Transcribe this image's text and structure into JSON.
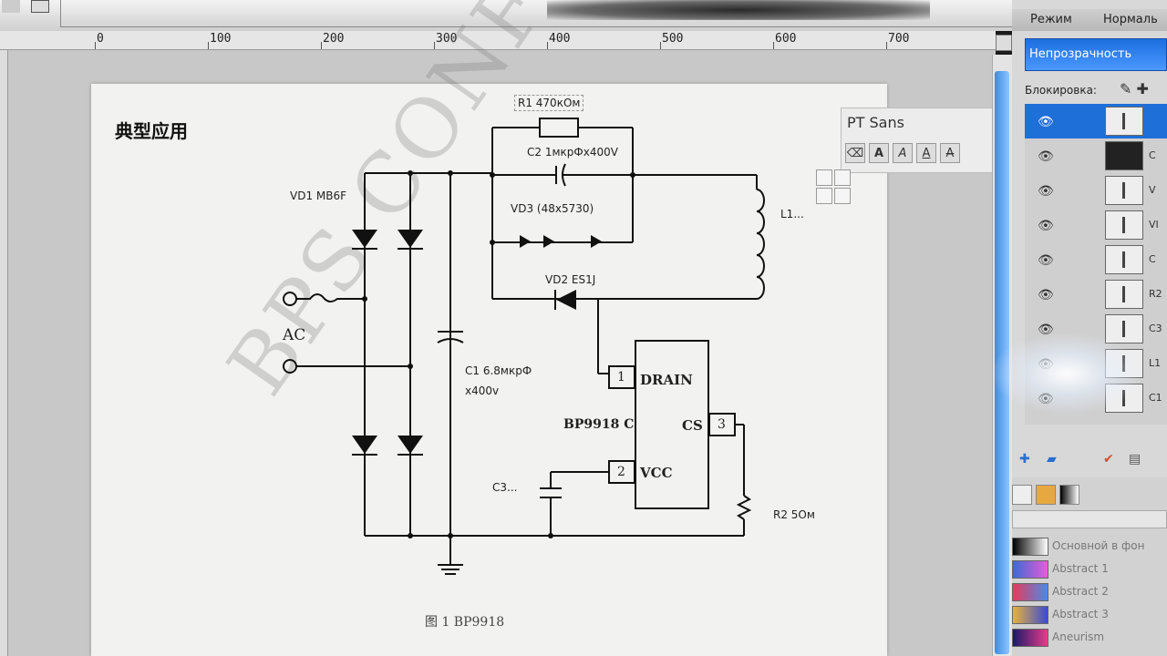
{
  "ruler": {
    "marks": [
      "0",
      "100",
      "200",
      "300",
      "400",
      "500",
      "600",
      "700"
    ]
  },
  "document": {
    "title": "典型应用",
    "watermark": "BPS CONF",
    "figure_caption": "图 1  BP9918",
    "labels": {
      "r1": "R1 470кОм",
      "c2": "C2 1мкрФх400V",
      "vd3": "VD3 (48x5730)",
      "vd1": "VD1 MB6F",
      "l1": "L1...",
      "vd2": "VD2 ES1J",
      "ac": "AC",
      "c1_a": "C1 6.8мкрФ",
      "c1_b": "x400v",
      "chip": "BP9918 C",
      "drain": "DRAIN",
      "cs": "CS",
      "vcc": "VCC",
      "pin1": "1",
      "pin2": "2",
      "pin3": "3",
      "c3": "C3...",
      "r2": "R2 5Ом"
    }
  },
  "text_tool": {
    "font": "PT Sans",
    "buttons": [
      "⌫",
      "A",
      "A",
      "A",
      "A"
    ]
  },
  "panel": {
    "mode_label": "Режим",
    "mode_value": "Нормаль",
    "opacity_label": "Непрозрачность",
    "lock_label": "Блокировка:",
    "layers": [
      {
        "name": "",
        "selected": true,
        "dark": false
      },
      {
        "name": "C",
        "selected": false,
        "dark": true
      },
      {
        "name": "V",
        "selected": false,
        "dark": false
      },
      {
        "name": "VI",
        "selected": false,
        "dark": false
      },
      {
        "name": "C",
        "selected": false,
        "dark": false
      },
      {
        "name": "R2",
        "selected": false,
        "dark": false
      },
      {
        "name": "C3",
        "selected": false,
        "dark": false
      },
      {
        "name": "L1",
        "selected": false,
        "dark": false
      },
      {
        "name": "C1",
        "selected": false,
        "dark": false
      }
    ],
    "gradients": [
      {
        "name": "Основной в фон",
        "colors": [
          "#000000",
          "#ffffff"
        ]
      },
      {
        "name": "Abstract 1",
        "colors": [
          "#3a6bd6",
          "#e85ad8"
        ]
      },
      {
        "name": "Abstract 2",
        "colors": [
          "#e83a5a",
          "#4a8ae8"
        ]
      },
      {
        "name": "Abstract 3",
        "colors": [
          "#e8b23a",
          "#3a4ad6"
        ]
      },
      {
        "name": "Aneurism",
        "colors": [
          "#1a1a6a",
          "#e83a8a"
        ]
      }
    ]
  }
}
